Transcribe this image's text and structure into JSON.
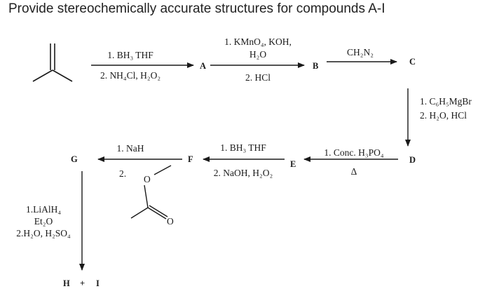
{
  "title": "Provide stereochemically accurate structures for compounds A-I",
  "compounds": {
    "A": "A",
    "B": "B",
    "C": "C",
    "D": "D",
    "E": "E",
    "F": "F",
    "G": "G",
    "H": "H",
    "I": "I",
    "plus": "+"
  },
  "steps": {
    "s1": {
      "line1": "1. BH₃ THF",
      "line2": "2. NH₄Cl, H₂O₂"
    },
    "s2": {
      "line1": "1. KMnO₄, KOH,",
      "line1b": "H₂O",
      "line2": "2. HCl"
    },
    "s3": {
      "line1": "CH₂N₂"
    },
    "s4": {
      "line1": "1. C₆H₅MgBr",
      "line2": "2. H₂O, HCl"
    },
    "s5": {
      "line1": "1. Conc. H₃PO₄",
      "line2": "Δ"
    },
    "s6": {
      "line1": "1. BH₃ THF",
      "line2": "2. NaOH, H₂O₂"
    },
    "s7": {
      "line1": "1. NaH",
      "line2": "2."
    },
    "s8": {
      "line1": "1.LiAlH₄",
      "line2": "Et₂O",
      "line3": "2.H₂O, H₂SO₄"
    }
  },
  "reagent_atoms": {
    "o1": "O",
    "o2": "O"
  },
  "icons": {
    "molecule": "isobutylene-skeletal-structure",
    "reagent": "ester-reagent-structure",
    "arrow": "reaction-arrow"
  }
}
